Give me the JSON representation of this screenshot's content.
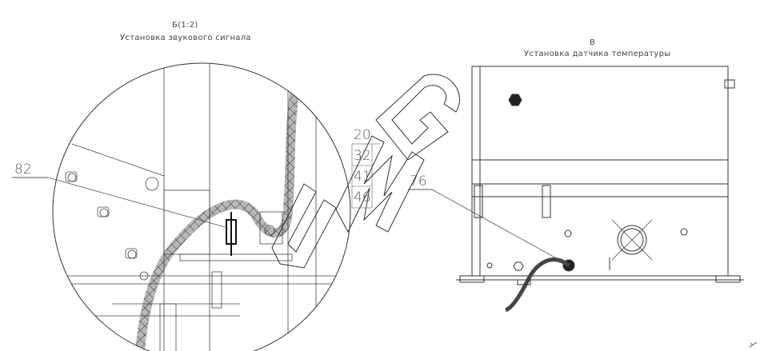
{
  "view_b": {
    "title": "Б(1:2)",
    "subtitle": "Установка звукового сигнала",
    "callout": "82"
  },
  "view_v": {
    "title": "В",
    "subtitle": "Установка датчика температуры",
    "callout": "76"
  },
  "stack_numbers": [
    "20",
    "32",
    "41",
    "46"
  ],
  "watermark": "UMG"
}
